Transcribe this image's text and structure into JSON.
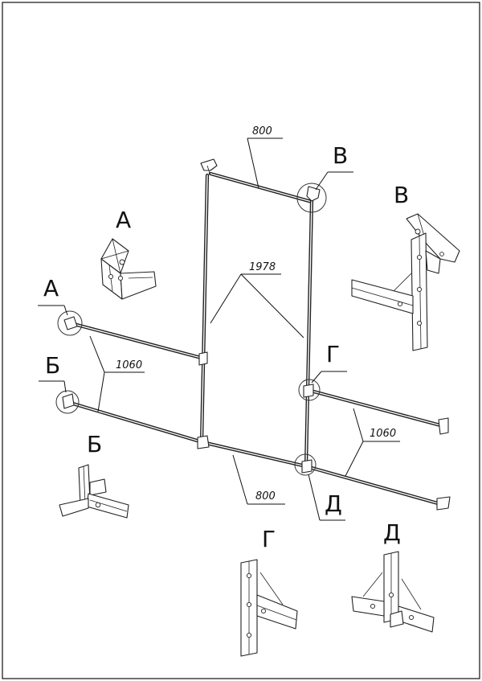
{
  "callouts": {
    "a": "А",
    "b": "Б",
    "v": "В",
    "g": "Г",
    "d": "Д"
  },
  "dimensions": {
    "top_width": "800",
    "height": "1978",
    "left_depth": "1060",
    "right_depth": "1060",
    "bottom_width": "800"
  },
  "detail_views": [
    "А",
    "Б",
    "В",
    "Г",
    "Д"
  ]
}
